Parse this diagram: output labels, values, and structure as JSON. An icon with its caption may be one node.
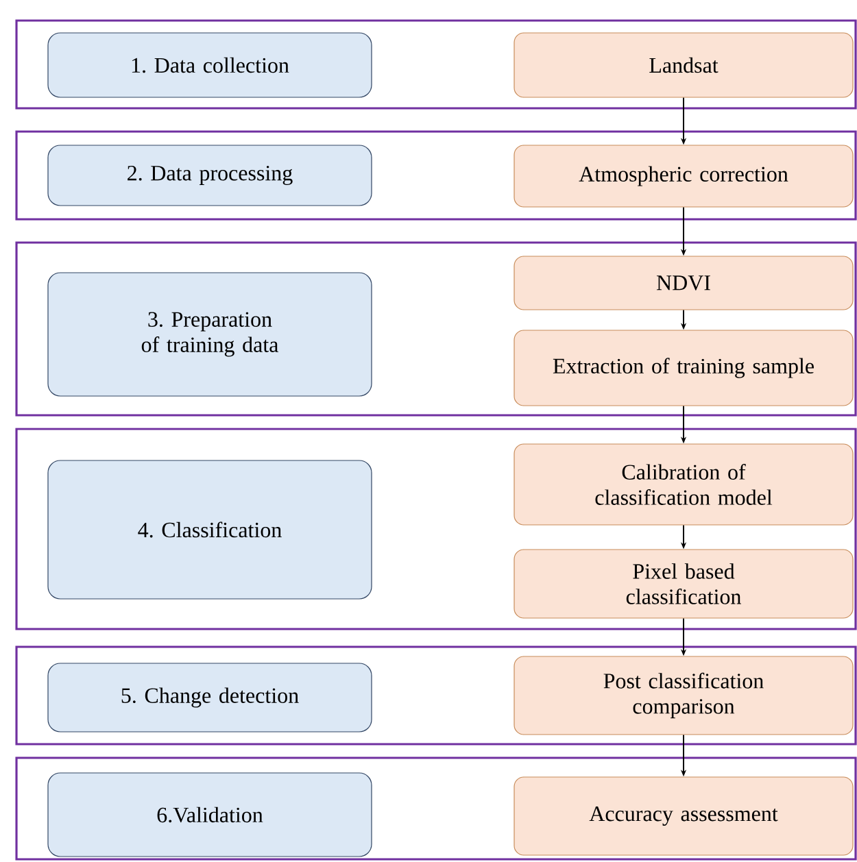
{
  "diagram": {
    "nodes": [
      {
        "text": [],
        "shape": "box"
      },
      {
        "text": [
          "1. Data collection"
        ],
        "in": 0
      },
      {
        "text": [
          "Landsat"
        ],
        "in": 0
      },
      {
        "text": [],
        "shape": "box"
      },
      {
        "text": [
          "2. Data processing"
        ],
        "in": 3
      },
      {
        "text": [
          "Atmospheric correction"
        ],
        "in": 3
      },
      {
        "text": [],
        "shape": "box"
      },
      {
        "text": [
          "3. Preparation of training data"
        ],
        "in": 6
      },
      {
        "text": [
          "NDVI"
        ],
        "in": 6
      },
      {
        "text": [
          "Extraction of training sample"
        ],
        "in": 6
      },
      {
        "text": [],
        "shape": "box"
      },
      {
        "text": [
          "4. Classification"
        ],
        "in": 10
      },
      {
        "text": [
          "Calibration of classification model"
        ],
        "in": 10
      },
      {
        "text": [
          "Pixel based classification"
        ],
        "in": 10
      },
      {
        "text": [],
        "shape": "box"
      },
      {
        "text": [
          "5. Change detection"
        ],
        "in": 14
      },
      {
        "text": [
          "Post classification comparison"
        ],
        "in": 14
      },
      {
        "text": [],
        "shape": "box"
      },
      {
        "text": [
          "6.Validation"
        ],
        "in": 17
      },
      {
        "text": [
          "Accuracy assessment"
        ],
        "in": 17
      }
    ],
    "edges": [
      {
        "from": 2,
        "to": 5,
        "arrow": "to"
      },
      {
        "from": 5,
        "to": 8,
        "arrow": "to"
      },
      {
        "from": 8,
        "to": 9,
        "arrow": "to"
      },
      {
        "from": 9,
        "to": 12,
        "arrow": "to"
      },
      {
        "from": 12,
        "to": 13,
        "arrow": "to"
      },
      {
        "from": 13,
        "to": 16,
        "arrow": "to"
      },
      {
        "from": 16,
        "to": 19,
        "arrow": "to"
      }
    ]
  }
}
